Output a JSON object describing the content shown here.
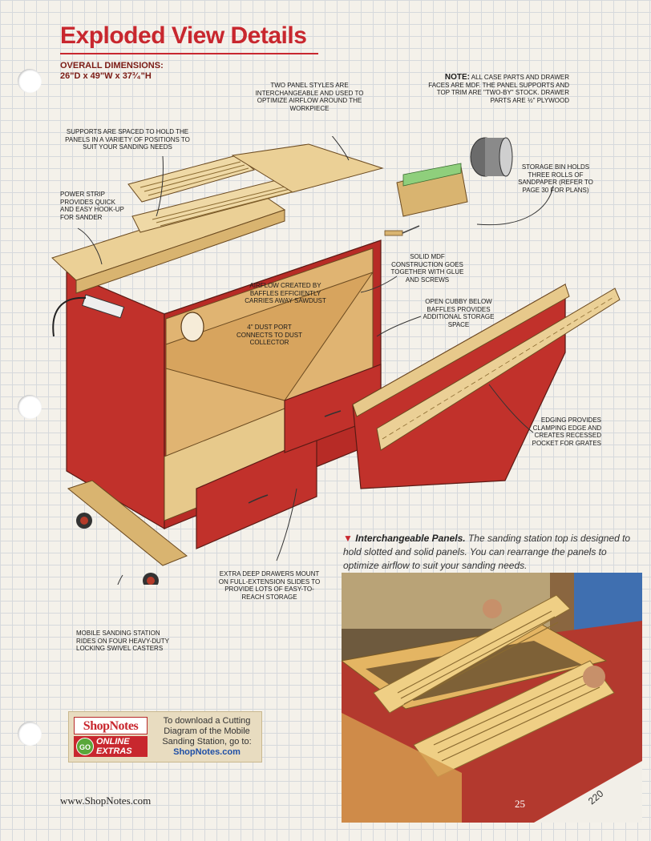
{
  "title": "Exploded View Details",
  "overall": {
    "heading": "OVERALL DIMENSIONS:",
    "value": "26\"D x 49\"W x 37³⁄₄\"H"
  },
  "callouts": {
    "panel_styles": "TWO PANEL STYLES ARE INTERCHANGEABLE AND USED TO OPTIMIZE AIRFLOW AROUND THE WORKPIECE",
    "note_label": "NOTE:",
    "note_text": "ALL CASE PARTS AND DRAWER FACES ARE MDF. THE PANEL SUPPORTS AND TOP TRIM ARE \"TWO-BY\" STOCK. DRAWER PARTS ARE ½\" PLYWOOD",
    "supports": "SUPPORTS ARE SPACED TO HOLD THE PANELS IN A VARIETY OF POSITIONS TO SUIT YOUR SANDING NEEDS",
    "storage_bin": "STORAGE BIN HOLDS THREE ROLLS OF SANDPAPER (REFER TO PAGE 30 FOR PLANS)",
    "power_strip": "POWER STRIP PROVIDES QUICK AND EASY HOOK-UP FOR SANDER",
    "solid_mdf": "SOLID MDF CONSTRUCTION GOES TOGETHER WITH GLUE AND SCREWS",
    "airflow": "AIRFLOW CREATED BY BAFFLES EFFICIENTLY CARRIES AWAY SAWDUST",
    "open_cubby": "OPEN CUBBY BELOW BAFFLES PROVIDES ADDITIONAL STORAGE SPACE",
    "dust_port": "4\" DUST PORT CONNECTS TO DUST COLLECTOR",
    "edging": "EDGING PROVIDES CLAMPING EDGE AND CREATES RECESSED POCKET FOR GRATES",
    "drawers": "EXTRA DEEP DRAWERS MOUNT ON FULL-EXTENSION SLIDES TO PROVIDE LOTS OF EASY-TO-REACH STORAGE",
    "mobile": "MOBILE SANDING STATION RIDES ON FOUR HEAVY-DUTY LOCKING SWIVEL CASTERS"
  },
  "caption": {
    "lead": "Interchangeable Panels.",
    "text": "The sanding station top is designed to hold slotted and solid panels. You can rearrange the panels to optimize airflow to suit your sanding needs."
  },
  "promo": {
    "brand": "ShopNotes",
    "go": "GO",
    "online_1": "ONLINE",
    "online_2": "EXTRAS",
    "text": "To download a Cutting Diagram of the Mobile Sanding Station, go to:",
    "link": "ShopNotes.com"
  },
  "footer": {
    "url": "www.ShopNotes.com",
    "page": "25"
  },
  "photo_label": "220",
  "colors": {
    "accent_red": "#c8272e",
    "case_red": "#c1312b",
    "wood": "#e7c98b",
    "link_blue": "#1f4fa6"
  }
}
